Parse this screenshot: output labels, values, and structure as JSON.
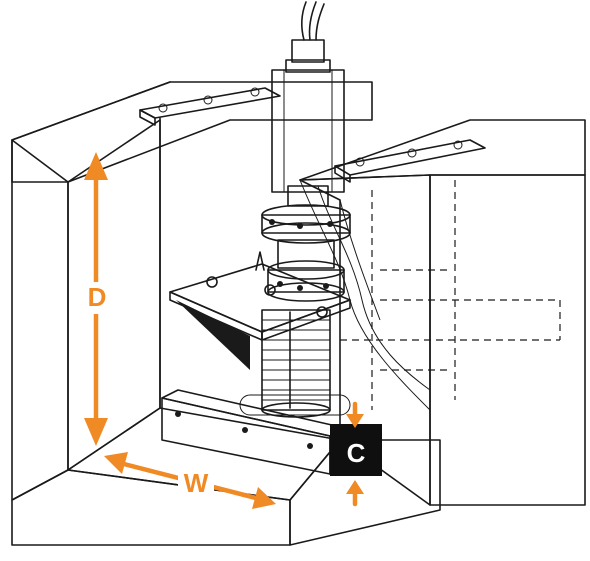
{
  "colors": {
    "dimension_arrow": "#f08a24",
    "label_orange": "#f08a24",
    "label_white": "#ffffff",
    "ink": "#1a1a1a"
  },
  "dimensions": {
    "depth_label": "D",
    "width_label": "W",
    "clearance_label": "C"
  }
}
